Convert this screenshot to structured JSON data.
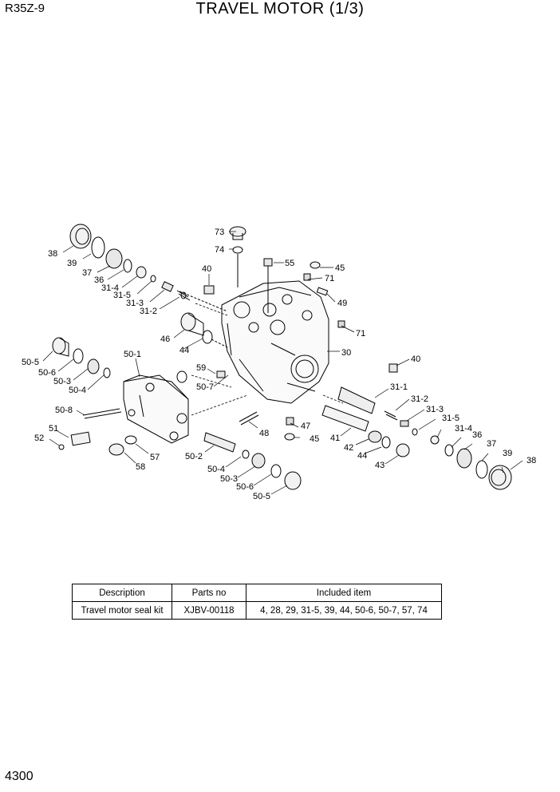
{
  "header": {
    "model": "R35Z-9",
    "title": "TRAVEL MOTOR (1/3)"
  },
  "page_number": "4300",
  "callouts": [
    "38",
    "39",
    "37",
    "36",
    "31-4",
    "31-5",
    "31-3",
    "31-2",
    "73",
    "74",
    "40",
    "55",
    "45",
    "71",
    "49",
    "46",
    "44",
    "59",
    "50-7",
    "71",
    "30",
    "50-1",
    "50-5",
    "50-6",
    "50-3",
    "50-4",
    "50-8",
    "51",
    "52",
    "58",
    "57",
    "50-2",
    "50-4",
    "50-3",
    "50-6",
    "50-5",
    "48",
    "47",
    "45",
    "41",
    "42",
    "44",
    "43",
    "40",
    "31-1",
    "31-2",
    "31-3",
    "31-5",
    "31-4",
    "36",
    "37",
    "39",
    "38"
  ],
  "table": {
    "headers": [
      "Description",
      "Parts no",
      "Included item"
    ],
    "rows": [
      [
        "Travel motor seal kit",
        "XJBV-00118",
        "4, 28, 29, 31-5, 39, 44, 50-6, 50-7, 57, 74"
      ]
    ]
  }
}
